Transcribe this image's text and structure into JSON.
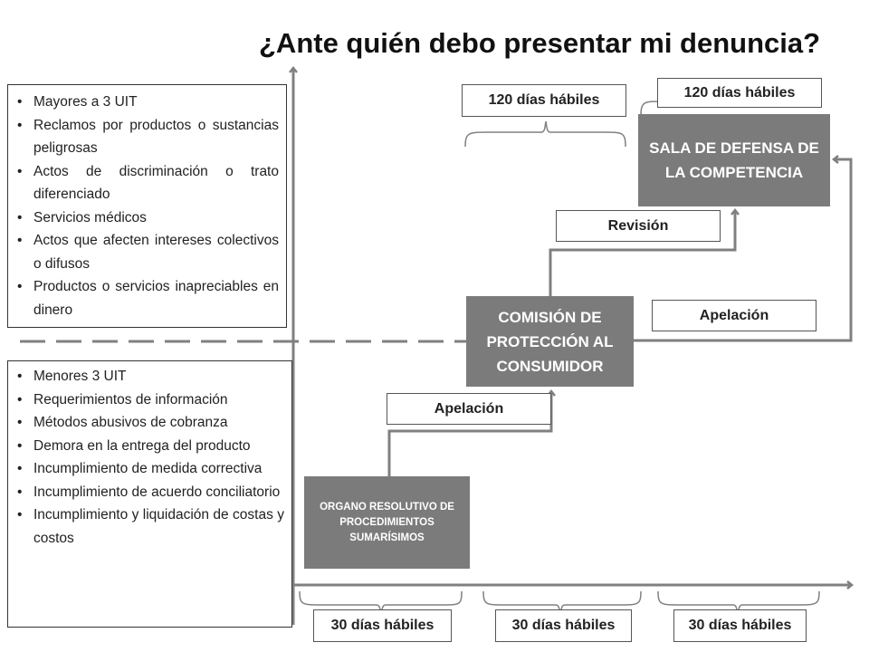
{
  "title": "¿Ante quién debo presentar mi denuncia?",
  "criteria_top": {
    "items": [
      "Mayores a 3 UIT",
      "Reclamos por productos o sustancias peligrosas",
      "Actos de discriminación o trato diferenciado",
      "Servicios médicos",
      "Actos que afecten intereses colectivos o difusos",
      "Productos o servicios inapreciables en dinero"
    ]
  },
  "criteria_bottom": {
    "items": [
      "Menores 3 UIT",
      "Requerimientos de información",
      "Métodos abusivos de cobranza",
      "Demora en la entrega del producto",
      "Incumplimiento de medida correctiva",
      "Incumplimiento de acuerdo conciliatorio",
      "Incumplimiento y liquidación de costas y costos"
    ]
  },
  "nodes": {
    "organo": "ORGANO RESOLUTIVO DE PROCEDIMIENTOS SUMARÍSIMOS",
    "comision": "COMISIÓN DE PROTECCIÓN AL CONSUMIDOR",
    "sala": "SALA DE DEFENSA DE LA COMPETENCIA"
  },
  "edge_labels": {
    "apelacion_1": "Apelación",
    "apelacion_2": "Apelación",
    "revision": "Revisión"
  },
  "durations": {
    "top_1": "120 días hábiles",
    "top_2": "120 días hábiles",
    "bottom_1": "30 días hábiles",
    "bottom_2": "30 días hábiles",
    "bottom_3": "30 días hábiles"
  },
  "colors": {
    "node_fill": "#7b7b7b",
    "line": "#808080"
  }
}
